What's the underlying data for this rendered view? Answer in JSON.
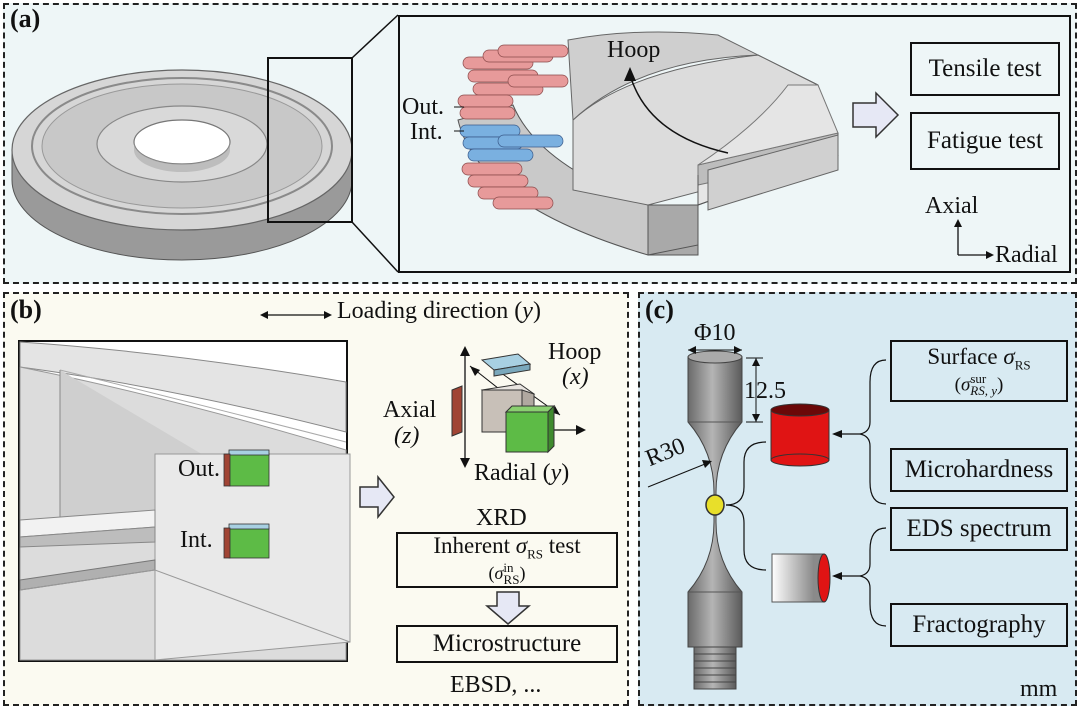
{
  "panel_a": {
    "tag": "(a)",
    "hoop": "Hoop",
    "out": "Out.",
    "int": "Int.",
    "tensile": "Tensile test",
    "fatigue": "Fatigue test",
    "axial": "Axial",
    "radial": "Radial"
  },
  "panel_b": {
    "tag": "(b)",
    "loading_prefix": "Loading direction (",
    "loading_var": "y",
    "loading_suffix": ")",
    "hoop": "Hoop",
    "hoop_var": "(x)",
    "axial": "Axial",
    "axial_var": "(z)",
    "radial_prefix": "Radial (",
    "radial_var": "y",
    "radial_suffix": ")",
    "out": "Out.",
    "int": "Int.",
    "xrd": "XRD",
    "inherent_prefix": "Inherent ",
    "sigma": "σ",
    "rs": "RS",
    "inherent_suffix": " test",
    "in_sup": "in",
    "microstructure": "Microstructure",
    "ebsd": "EBSD, ..."
  },
  "panel_c": {
    "tag": "(c)",
    "phi": "Φ10",
    "len": "12.5",
    "radius": "R30",
    "surface_prefix": "Surface ",
    "sur_sup": "sur",
    "rsy_sub": "RS, y",
    "microhardness": "Microhardness",
    "eds": "EDS spectrum",
    "fracto": "Fractography",
    "unit": "mm"
  },
  "colors": {
    "panel_a_bg": "#eef6f7",
    "panel_b_bg": "#fbfaf1",
    "panel_c_bg": "#d8eaf2",
    "pink": "#e79a9a",
    "blue": "#7ab0e0",
    "red": "#e01414",
    "green": "#5dbb46",
    "brown": "#a04434",
    "lightblue": "#a8d0e2",
    "yellow": "#e8df2a"
  }
}
